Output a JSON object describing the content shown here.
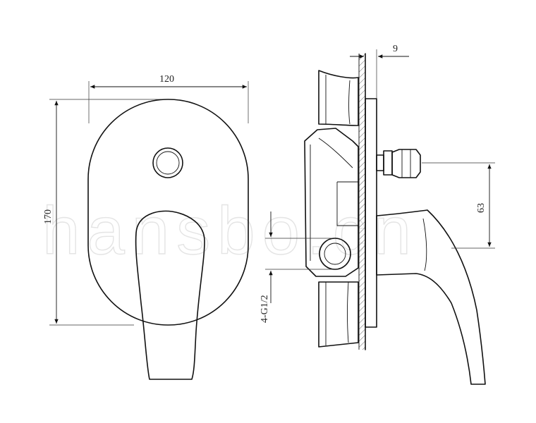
{
  "dimensions": {
    "width_label": "120",
    "height_label": "170",
    "wall_label": "9",
    "offset_label": "63",
    "thread_label": "4-G1/2"
  },
  "watermark": "hansbo.cn"
}
